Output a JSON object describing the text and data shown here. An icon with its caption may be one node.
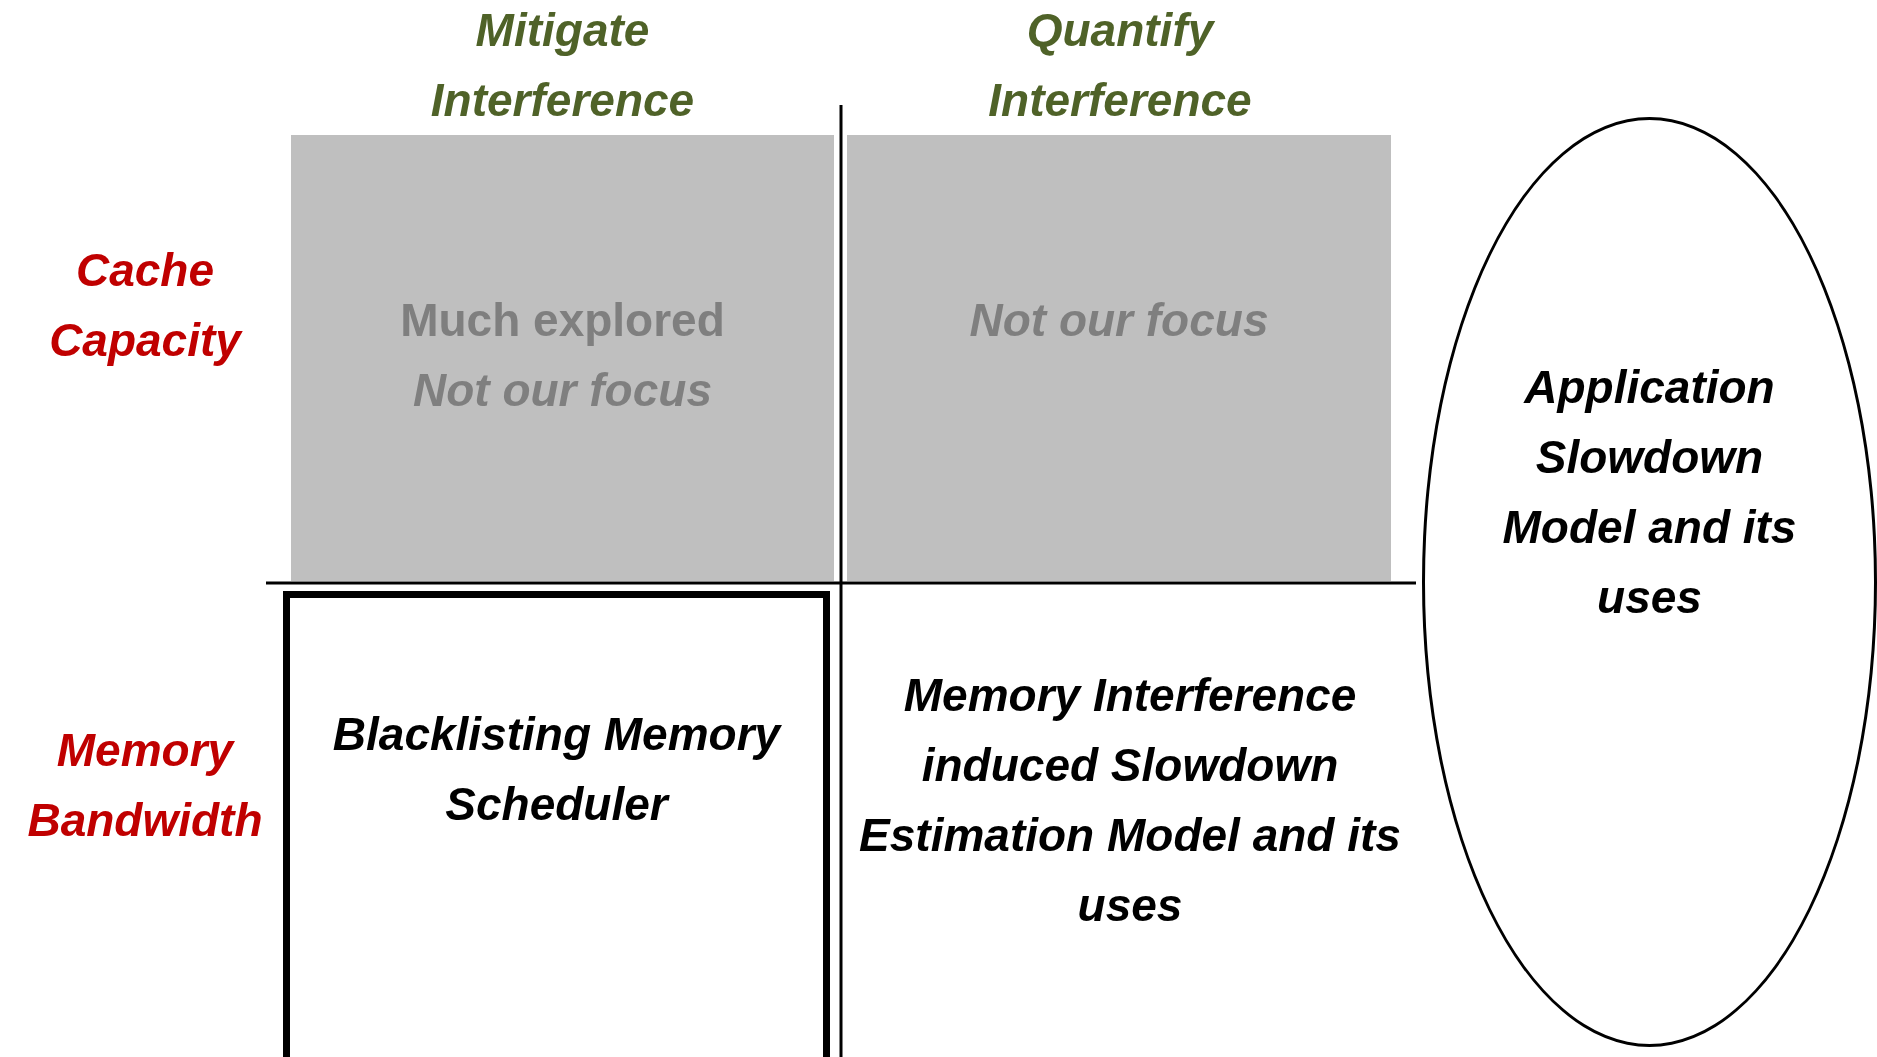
{
  "diagram": {
    "nodes": [
      {
        "text": [
          "Much explored",
          "Not our focus"
        ]
      },
      {
        "text": [
          "Not our focus"
        ]
      },
      {
        "text": [
          "Blacklisting Memory Scheduler"
        ]
      },
      {
        "text": [
          "Application Slowdown Model and its uses"
        ]
      }
    ],
    "edges": [],
    "labels": [
      "Mitigate Interference",
      "Quantify Interference",
      "Cache Capacity",
      "Memory Bandwidth",
      "Memory Interference induced Slowdown Estimation Model and its uses"
    ]
  }
}
